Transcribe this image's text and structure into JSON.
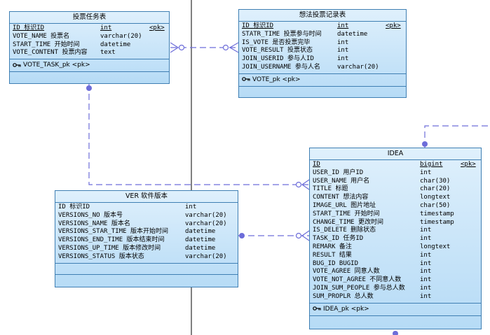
{
  "entities": {
    "vote_task": {
      "title": "投票任务表",
      "columns": [
        {
          "name": "ID 标识ID",
          "type": "int",
          "key": "<pk>",
          "pk": true
        },
        {
          "name": "VOTE_NAME 投票名",
          "type": "varchar(20)",
          "key": ""
        },
        {
          "name": "START_TIME 开始时间",
          "type": "datetime",
          "key": ""
        },
        {
          "name": "VOTE_CONTENT 投票内容",
          "type": "text",
          "key": ""
        }
      ],
      "index": "VOTE_TASK_pk <pk>"
    },
    "vote_record": {
      "title": "想法投票记录表",
      "columns": [
        {
          "name": "ID 标识ID",
          "type": "int",
          "key": "<pk>",
          "pk": true
        },
        {
          "name": "STATR_TIME 投票参与时间",
          "type": "datetime",
          "key": ""
        },
        {
          "name": "IS_VOTE 是否投票完毕",
          "type": "int",
          "key": ""
        },
        {
          "name": "VOTE_RESULT 投票状态",
          "type": "int",
          "key": ""
        },
        {
          "name": "JOIN_USERID 参与人ID",
          "type": "int",
          "key": ""
        },
        {
          "name": "JOIN_USERNAME 参与人名",
          "type": "varchar(20)",
          "key": ""
        }
      ],
      "index": "VOTE_pk <pk>"
    },
    "ver": {
      "title": "VER 软件版本",
      "columns": [
        {
          "name": "ID 标识ID",
          "type": "int",
          "key": ""
        },
        {
          "name": "VERSIONS_NO 版本号",
          "type": "varchar(20)",
          "key": ""
        },
        {
          "name": "VERSIONS_NAME 版本名",
          "type": "varchar(20)",
          "key": ""
        },
        {
          "name": "VERSIONS_STAR_TIME 版本开始时间",
          "type": "datetime",
          "key": ""
        },
        {
          "name": "VERSIONS_END_TIME 版本结束时间",
          "type": "datetime",
          "key": ""
        },
        {
          "name": "VERSIONS_UP_TIME 版本修改时间",
          "type": "datetime",
          "key": ""
        },
        {
          "name": "VERSIONS_STATUS 版本状态",
          "type": "varchar(20)",
          "key": ""
        }
      ]
    },
    "idea": {
      "title": "IDEA",
      "columns": [
        {
          "name": "ID",
          "type": "bigint",
          "key": "<pk>",
          "pk": true
        },
        {
          "name": "USER_ID 用户ID",
          "type": "int",
          "key": ""
        },
        {
          "name": "USER_NAME 用户名",
          "type": "char(30)",
          "key": ""
        },
        {
          "name": "TITLE 标题",
          "type": "char(20)",
          "key": ""
        },
        {
          "name": "CONTENT 想法内容",
          "type": "longtext",
          "key": ""
        },
        {
          "name": "IMAGE_URL 图片地址",
          "type": "char(50)",
          "key": ""
        },
        {
          "name": "START_TIME 开始时间",
          "type": "timestamp",
          "key": ""
        },
        {
          "name": "CHANGE_TIME 更改时间",
          "type": "timestamp",
          "key": ""
        },
        {
          "name": "IS_DELETE 删除状态",
          "type": "int",
          "key": ""
        },
        {
          "name": "TASK_ID 任务ID",
          "type": "int",
          "key": ""
        },
        {
          "name": "REMARK 备注",
          "type": "longtext",
          "key": ""
        },
        {
          "name": "RESULT 结果",
          "type": "int",
          "key": ""
        },
        {
          "name": "BUG_ID BUGID",
          "type": "int",
          "key": ""
        },
        {
          "name": "VOTE_AGREE 同意人数",
          "type": "int",
          "key": ""
        },
        {
          "name": "VOTE_NOT_AGREE 不同意人数",
          "type": "int",
          "key": ""
        },
        {
          "name": "JOIN_SUM_PEOPLE 参与总人数",
          "type": "int",
          "key": ""
        },
        {
          "name": "SUM_PROPLR 总人数",
          "type": "int",
          "key": ""
        }
      ],
      "index": "IDEA_pk <pk>"
    }
  },
  "colors": {
    "entity_border": "#3f7fb3",
    "entity_fill_top": "#dff0fc",
    "entity_fill_bottom": "#b6dbf6",
    "connector": "#6d6dd9",
    "divider": "#000000"
  },
  "icons": {
    "key": "key-icon",
    "dot": "filled-dot-marker",
    "crowfoot": "crows-foot-marker"
  }
}
